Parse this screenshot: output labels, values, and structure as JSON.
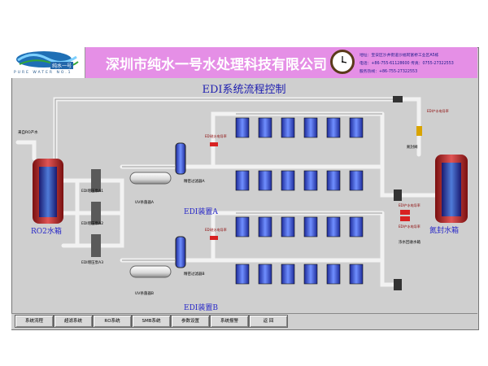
{
  "header": {
    "logo_brand_cn": "纯水一号",
    "logo_tagline": "PURE WATER NO.1",
    "company_name": "深圳市纯水一号水处理科技有限公司",
    "address": "地址：宝安区沙井街道沙福阿富桥工业区A5栋",
    "phone": "电话：+86-755-61128600   传真：0755-27322553",
    "hotline": "服务热线：+86-755-27322553"
  },
  "diagram": {
    "title": "EDI系统流程控制",
    "inlet_label": "来自RO产水",
    "ro_tank_label": "RO2水箱",
    "pump1": "EDI增压泵A1",
    "pump2": "EDI增压泵A2",
    "pump3": "EDI增压泵A3",
    "uv_a": "UV杀菌器A",
    "uv_b": "UV杀菌器B",
    "filter_a": "精密过滤器A",
    "filter_b": "精密过滤器B",
    "edi_a": "EDI装置A",
    "edi_b": "EDI装置B",
    "meter_a": "EDI进水电导率",
    "meter_b": "EDI进水电导率",
    "product_meter_a": "EDI产水电导率",
    "product_meter_b": "EDI产水电导率",
    "reuse_label": "浓水回收水箱",
    "nitrogen_tank_label": "氮封水箱",
    "nitrogen_label": "氮封阀",
    "out_label": "EDI产水电导率"
  },
  "nav": [
    {
      "label": "系统流程"
    },
    {
      "label": "超滤系统"
    },
    {
      "label": "RO系统"
    },
    {
      "label": "SMB系统"
    },
    {
      "label": "参数设置"
    },
    {
      "label": "系统报警"
    },
    {
      "label": "返 回"
    }
  ]
}
